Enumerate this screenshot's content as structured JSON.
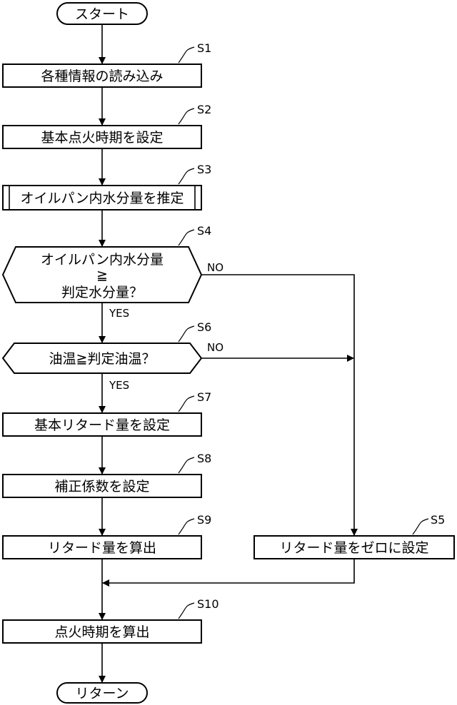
{
  "flowchart": {
    "start": "スタート",
    "end": "リターン",
    "steps": {
      "s1": {
        "id": "S1",
        "text": "各種情報の読み込み"
      },
      "s2": {
        "id": "S2",
        "text": "基本点火時期を設定"
      },
      "s3": {
        "id": "S3",
        "text": "オイルパン内水分量を推定"
      },
      "s4": {
        "id": "S4",
        "line1": "オイルパン内水分量",
        "line2": "≧",
        "line3": "判定水分量？"
      },
      "s6": {
        "id": "S6",
        "text": "油温≧判定油温？"
      },
      "s7": {
        "id": "S7",
        "text": "基本リタード量を設定"
      },
      "s8": {
        "id": "S8",
        "text": "補正係数を設定"
      },
      "s9": {
        "id": "S9",
        "text": "リタード量を算出"
      },
      "s5": {
        "id": "S5",
        "text": "リタード量をゼロに設定"
      },
      "s10": {
        "id": "S10",
        "text": "点火時期を算出"
      }
    },
    "branches": {
      "yes": "YES",
      "no": "NO"
    }
  }
}
